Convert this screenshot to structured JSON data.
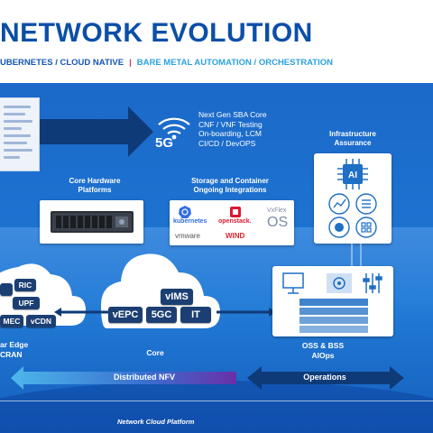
{
  "header": {
    "title": "NETWORK EVOLUTION",
    "subtitle_left": "UBERNETES / CLOUD NATIVE",
    "separator": "|",
    "subtitle_right": "BARE METAL AUTOMATION / ORCHESTRATION"
  },
  "five_g": {
    "label": "5G",
    "items": [
      "Next Gen SBA Core",
      "CNF / VNF  Testing",
      "On-boarding, LCM",
      "CI/CD / DevOPS"
    ]
  },
  "core_hardware": {
    "label_line1": "Core Hardware",
    "label_line2": "Platforms"
  },
  "storage": {
    "label_line1": "Storage and Container",
    "label_line2": "Ongoing Integrations",
    "logos": {
      "kubernetes": "kubernetes",
      "openstack": "openstack.",
      "vxflex": "VxFlex",
      "os": "OS",
      "vmware": "vmware",
      "wind": "WIND"
    }
  },
  "infra": {
    "label_line1": "Infrastructure",
    "label_line2": "Assurance",
    "chip": "AI"
  },
  "edge_cloud": {
    "chips": [
      "RIC",
      "UPF",
      "MEC",
      "vCDN"
    ],
    "label_line1": "ar Edge",
    "label_line2": "CRAN"
  },
  "core_cloud": {
    "chips": [
      "vIMS",
      "vEPC",
      "5GC",
      "IT"
    ],
    "label": "Core"
  },
  "oss": {
    "label_line1": "OSS & BSS",
    "label_line2": "AIOps"
  },
  "bottom": {
    "distributed_nfv": "Distributed NFV",
    "operations": "Operations",
    "platform": "Network Cloud Platform"
  },
  "colors": {
    "title": "#0b4fa8",
    "accent_pink": "#d6336c",
    "accent_cyan": "#2aa1dc",
    "panel_blue": "#1b69c9",
    "chip_navy": "#1c3f73",
    "arrow_navy": "#0f3a78",
    "nfv_purple": "#6a2fa8"
  },
  "icons": [
    "wifi-icon",
    "server-icon",
    "ai-chip-icon",
    "chart-icon",
    "settings-icon",
    "monitor-icon",
    "gear-icon",
    "sliders-icon",
    "server-rack-icon"
  ]
}
